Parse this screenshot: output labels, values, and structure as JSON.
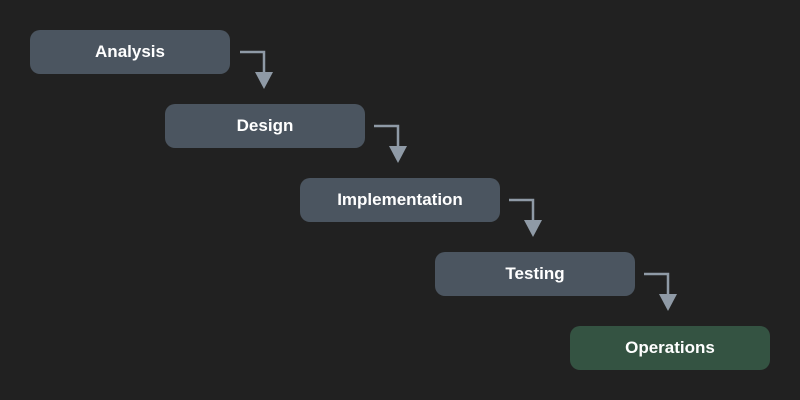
{
  "diagram": {
    "steps": [
      {
        "label": "Analysis"
      },
      {
        "label": "Design"
      },
      {
        "label": "Implementation"
      },
      {
        "label": "Testing"
      },
      {
        "label": "Operations"
      }
    ],
    "colors": {
      "background": "#212121",
      "step_box": "#4b5560",
      "final_step_box": "#345342",
      "arrow": "#8f9aa6",
      "text": "#ffffff"
    }
  }
}
